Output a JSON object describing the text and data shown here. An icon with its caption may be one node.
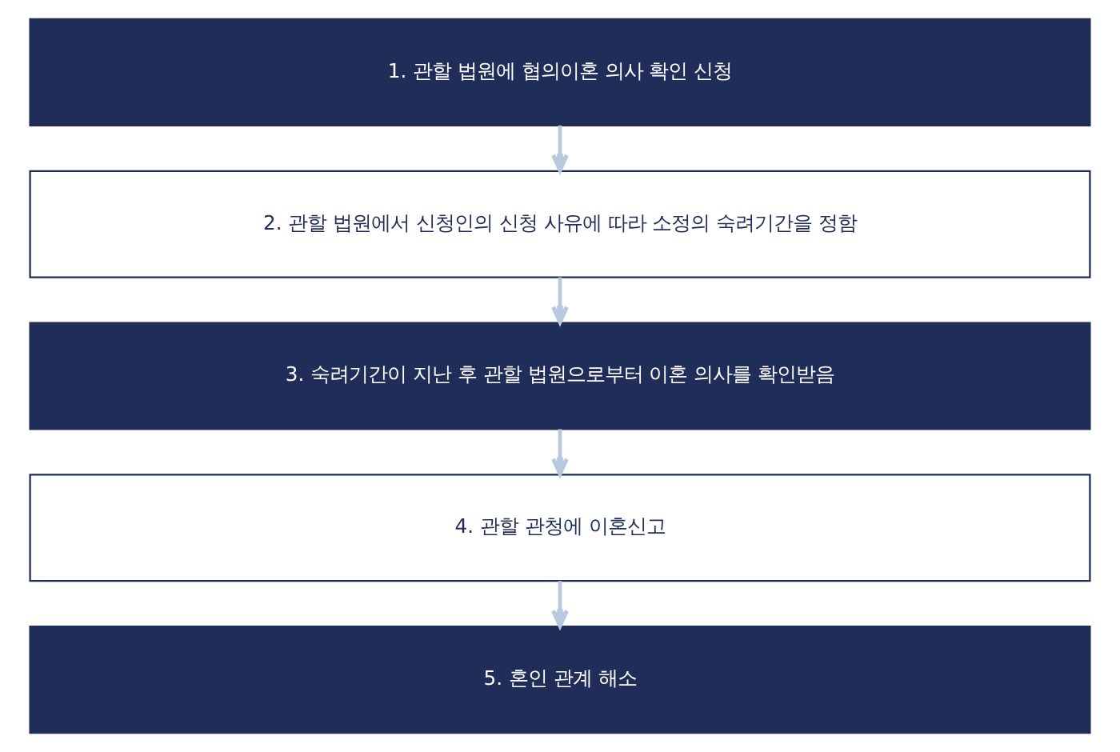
{
  "diagram": {
    "nodes": [
      {
        "text": [
          "1. 관할 법원에 협의이혼 의사 확인 신청"
        ]
      },
      {
        "text": [
          "2. 관할 법원에서 신청인의 신청 사유에 따라 소정의 숙려기간을 정함"
        ]
      },
      {
        "text": [
          "3. 숙려기간이 지난 후 관할 법원으로부터 이혼 의사를 확인받음"
        ]
      },
      {
        "text": [
          "4. 관할 관청에 이혼신고"
        ]
      },
      {
        "text": [
          "5. 혼인 관계 해소"
        ]
      }
    ],
    "edges": [
      {
        "from": 0,
        "to": 1,
        "arrow": "to"
      },
      {
        "from": 1,
        "to": 2,
        "arrow": "to"
      },
      {
        "from": 2,
        "to": 3,
        "arrow": "to"
      },
      {
        "from": 3,
        "to": 4,
        "arrow": "to"
      }
    ]
  }
}
